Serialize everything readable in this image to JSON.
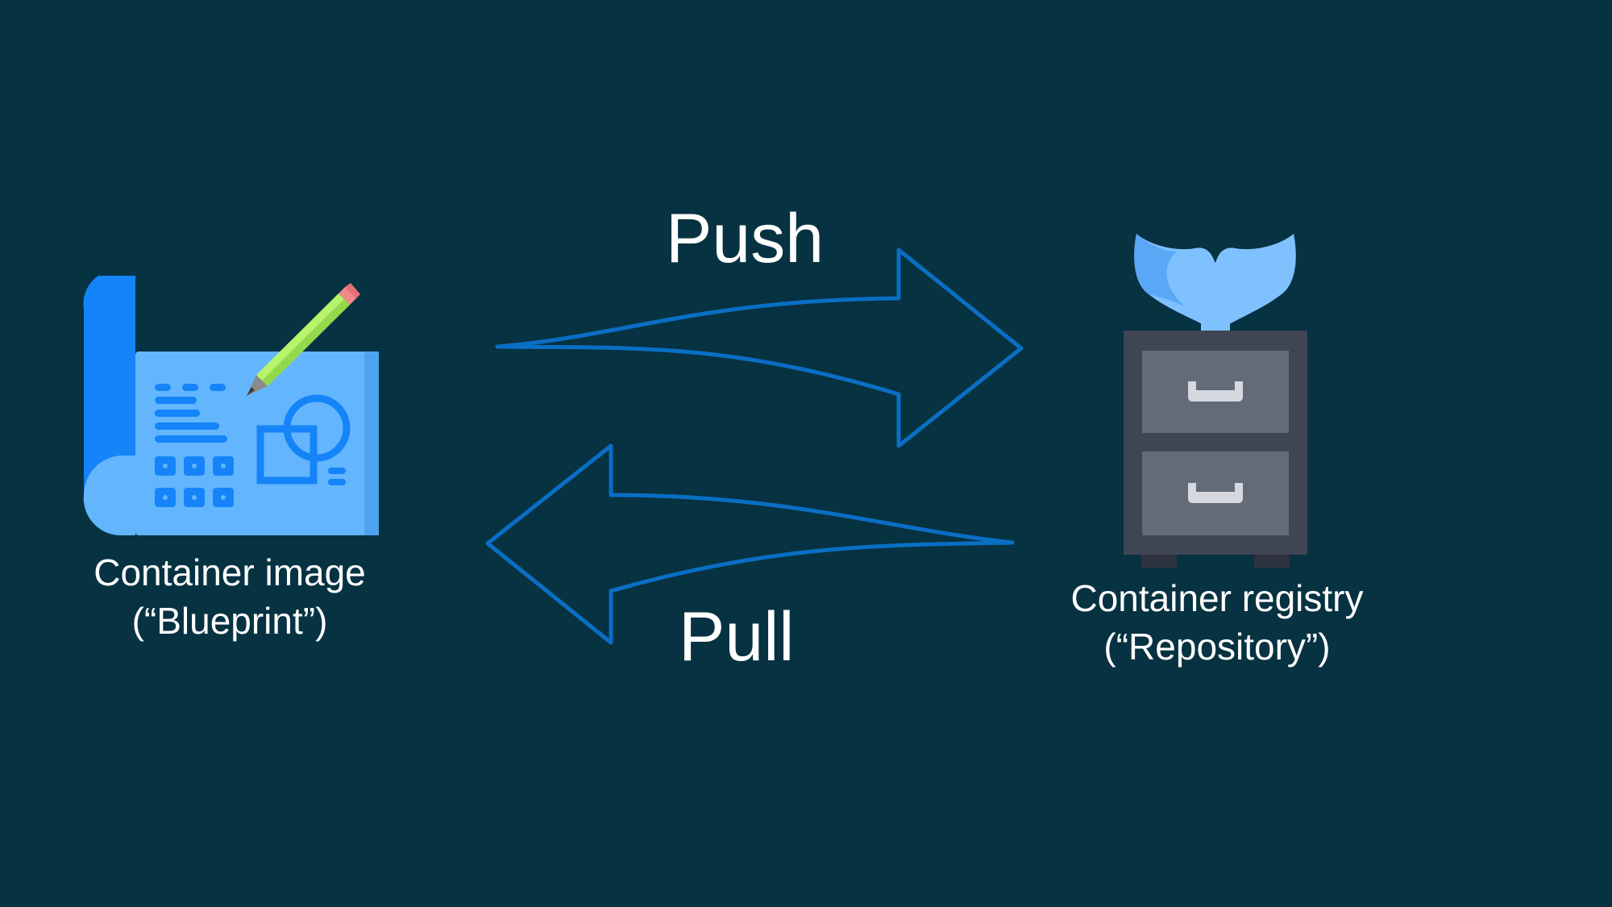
{
  "diagram": {
    "image_node": {
      "icon": "blueprint-icon",
      "label_line1": "Container image",
      "label_line2": "(“Blueprint”)"
    },
    "registry_node": {
      "icon": "file-cabinet-whale-icon",
      "label_line1": "Container registry",
      "label_line2": "(“Repository”)"
    },
    "push": {
      "label": "Push",
      "direction": "image-to-registry"
    },
    "pull": {
      "label": "Pull",
      "direction": "registry-to-image"
    }
  },
  "colors": {
    "background": "#073241",
    "arrow_stroke": "#0a6ec4",
    "text": "#ffffff",
    "blueprint_dark": "#1584f8",
    "blueprint_light": "#63b6fe",
    "pencil_green": "#b7f36b",
    "cabinet_dark": "#3f4552",
    "cabinet_drawer": "#646b78",
    "whale_tail": "#7fc1ff"
  }
}
